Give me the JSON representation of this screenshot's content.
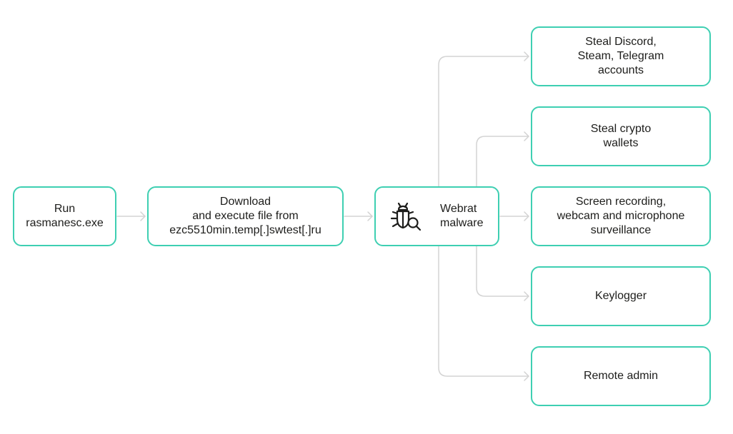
{
  "colors": {
    "accent": "#3ecfb2",
    "connector": "#d3d3d3",
    "text": "#1d1d1b"
  },
  "nodes": {
    "run": "Run\nrasmanesc.exe",
    "download": "Download\nand execute file from\nezc5510min.temp[.]swtest[.]ru",
    "webrat": {
      "label": "Webrat\nmalware",
      "icon": "bug-search-icon"
    },
    "capabilities": [
      "Steal Discord,\nSteam, Telegram\naccounts",
      "Steal crypto\nwallets",
      "Screen recording,\nwebcam and microphone\nsurveillance",
      "Keylogger",
      "Remote admin"
    ]
  }
}
